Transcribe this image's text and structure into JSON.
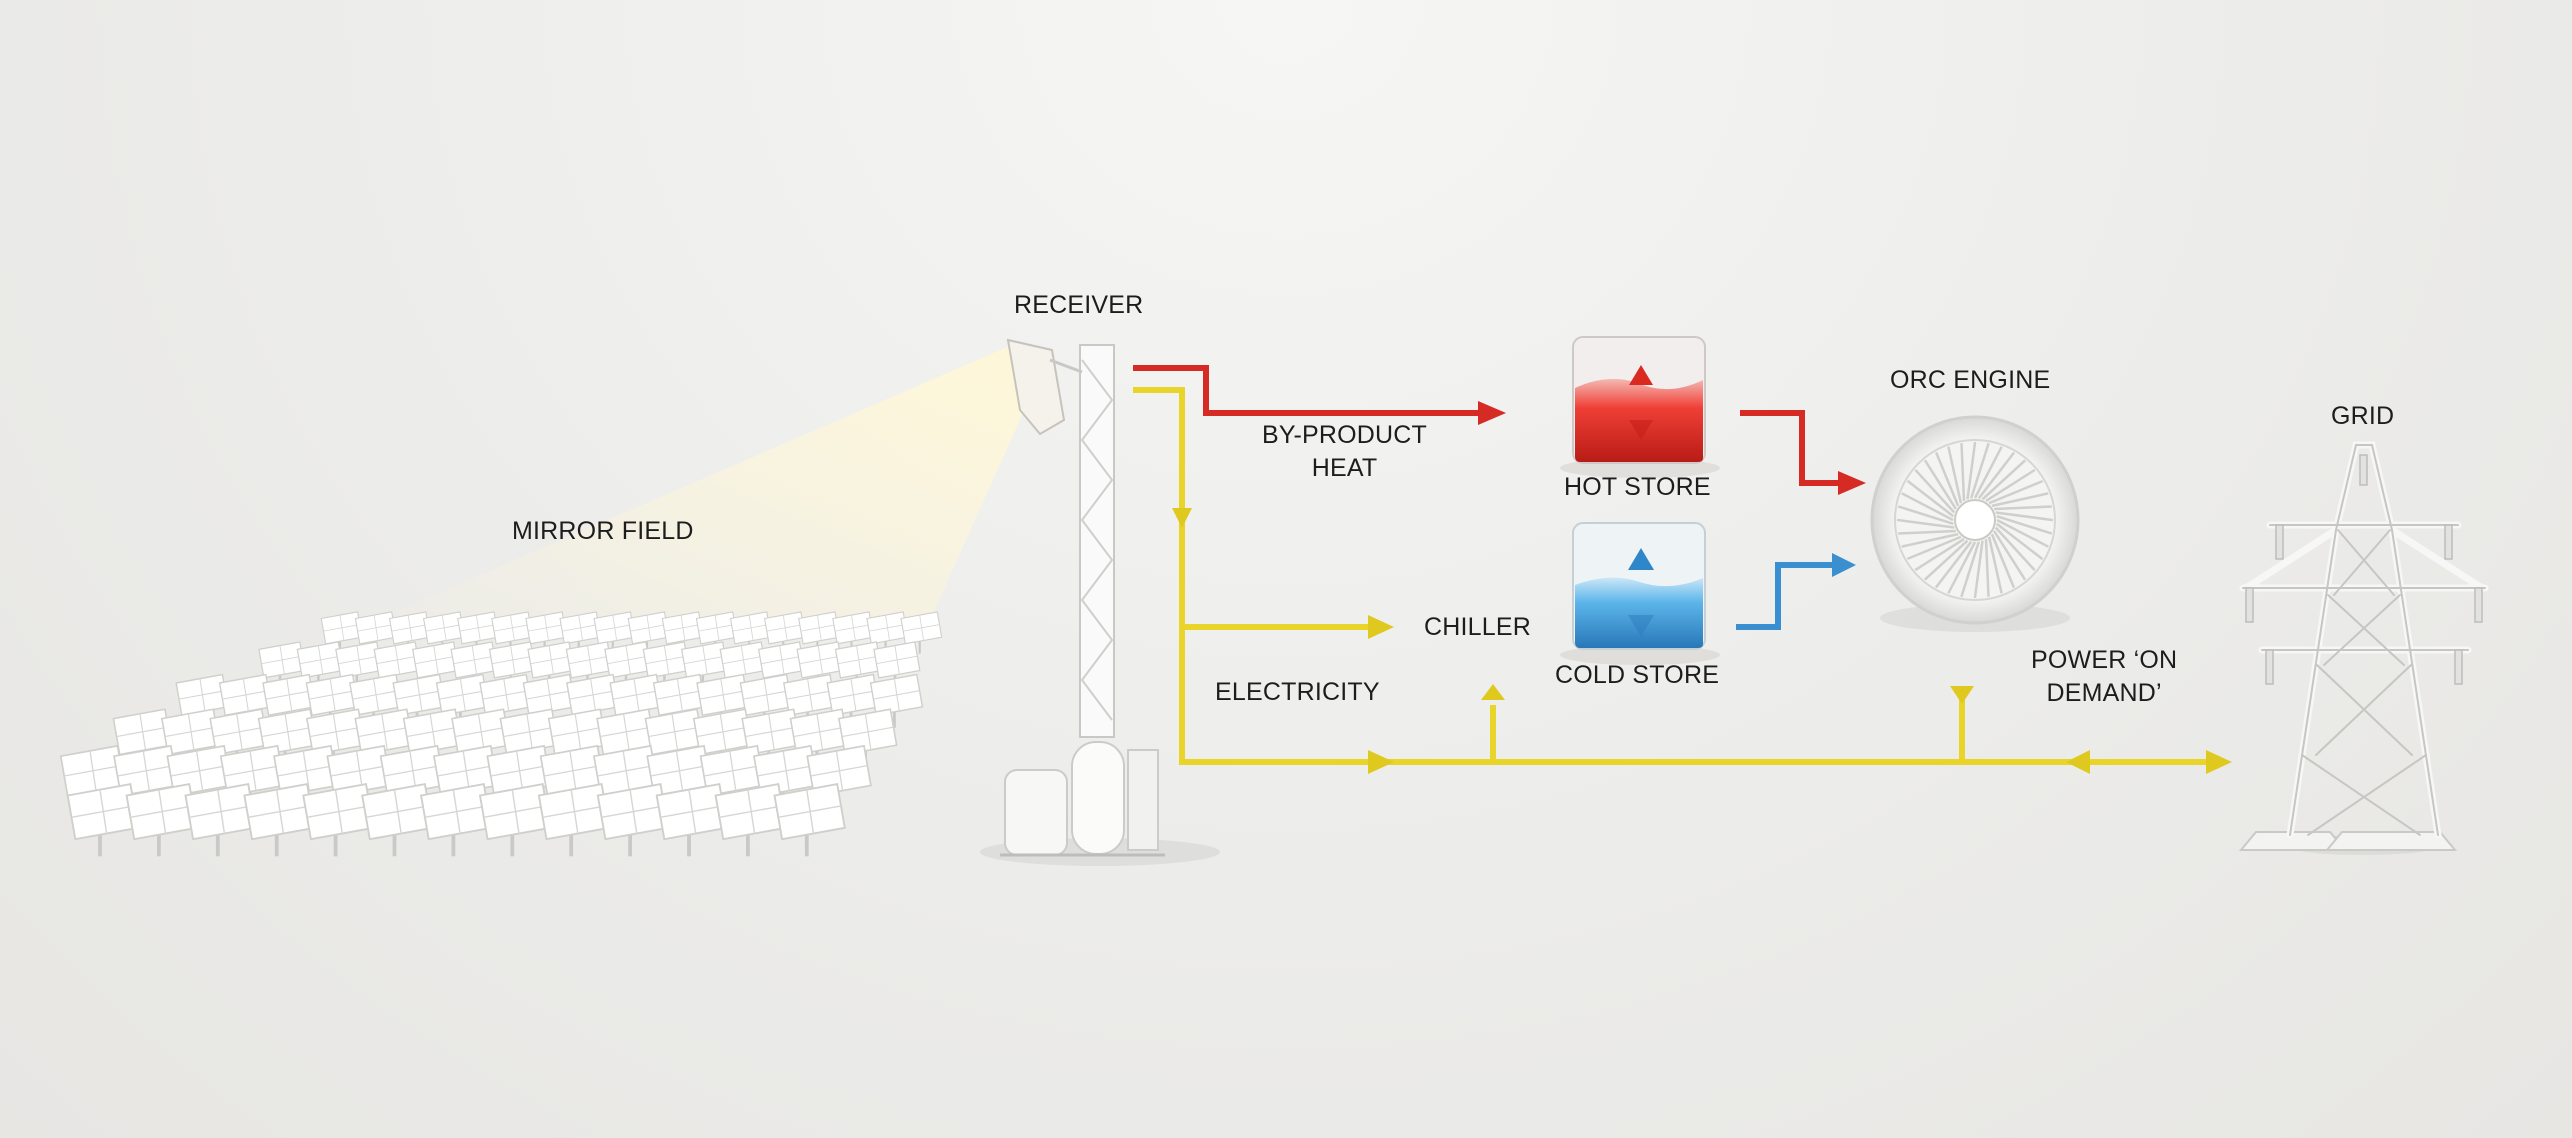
{
  "labels": {
    "receiver": "RECEIVER",
    "by_product_heat": [
      "BY-PRODUCT",
      "HEAT"
    ],
    "hot_store": "HOT STORE",
    "orc_engine": "ORC ENGINE",
    "grid": "GRID",
    "mirror_field": "MIRROR FIELD",
    "chiller": "CHILLER",
    "cold_store": "COLD STORE",
    "power_on_demand": [
      "POWER ‘ON",
      "DEMAND’"
    ],
    "electricity": "ELECTRICITY"
  },
  "colors": {
    "heat_line": "#d62a24",
    "electric_line": "#e9d52a",
    "cold_line": "#3a8fd0",
    "hot_tank": "#e3312b",
    "cold_tank": "#4aa7df",
    "sun_beam": "#fff4c8"
  },
  "icons": {
    "mirror_field": "heliostat-mirror-field-icon",
    "tower": "solar-receiver-tower-icon",
    "hot_store": "hot-tank-icon",
    "cold_store": "cold-tank-icon",
    "orc_engine": "turbine-engine-icon",
    "grid": "transmission-pylon-icon"
  }
}
